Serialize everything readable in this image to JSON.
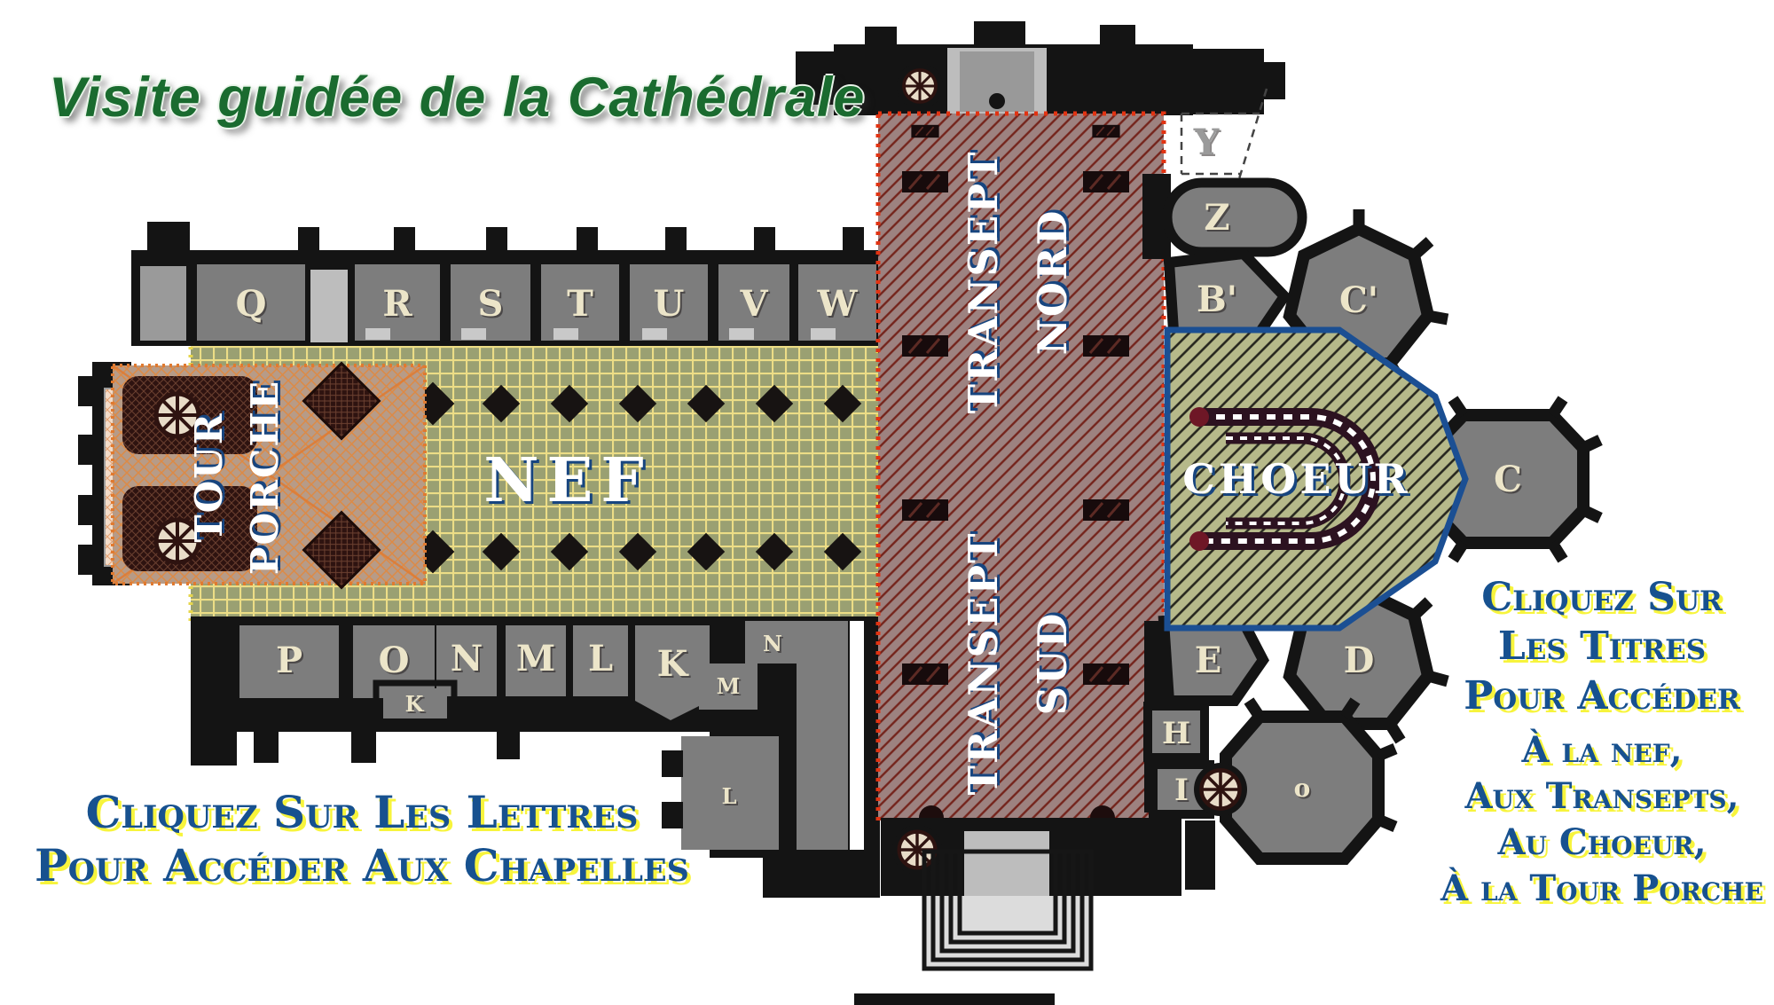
{
  "title": "Visite guidée de la Cathédrale",
  "labels": {
    "nef": "NEF",
    "choeur": "CHOEUR",
    "tour_porche": [
      "TOUR",
      "PORCHE"
    ],
    "transept_nord": [
      "TRANSEPT",
      "NORD"
    ],
    "transept_sud": [
      "TRANSEPT",
      "SUD"
    ]
  },
  "chapels": {
    "nave_north": [
      "Q",
      "R",
      "S",
      "T",
      "U",
      "V",
      "W"
    ],
    "nave_south": [
      "P",
      "O",
      "N",
      "M",
      "L",
      "K"
    ],
    "nave_south_small": [
      "K",
      "N",
      "M",
      "L"
    ],
    "east": [
      "Y",
      "Z",
      "B'",
      "C'",
      "C",
      "D",
      "E",
      "H",
      "I",
      "o"
    ]
  },
  "instructions": {
    "letters": [
      "Cliquez Sur Les Lettres",
      "Pour Accéder Aux Chapelles"
    ],
    "titles_intro": [
      "Cliquez Sur",
      "Les Titres",
      "Pour Accéder"
    ],
    "titles_targets": [
      "À la nef,",
      "Aux Transepts,",
      "Au Choeur,",
      "À la Tour Porche"
    ]
  },
  "colors": {
    "title_green": "#1a6b2f",
    "note_blue": "#17518f",
    "note_yellow_shadow": "#f7f43c",
    "nave_fill": "#9aa072",
    "nave_grid": "#ecdd86",
    "tour_porche_fill": "#b79b87",
    "tour_porche_hatch": "#dd8a45",
    "transept_fill": "#9d8280",
    "transept_hatch": "#74241c",
    "transept_dotted_border": "#e23312",
    "choir_fill": "#b6b98a",
    "choir_outline_blue": "#1b4f93",
    "chapel_gray": "#7d7d7d",
    "wall_black": "#141414",
    "letter_cream": "#ece5c9"
  }
}
